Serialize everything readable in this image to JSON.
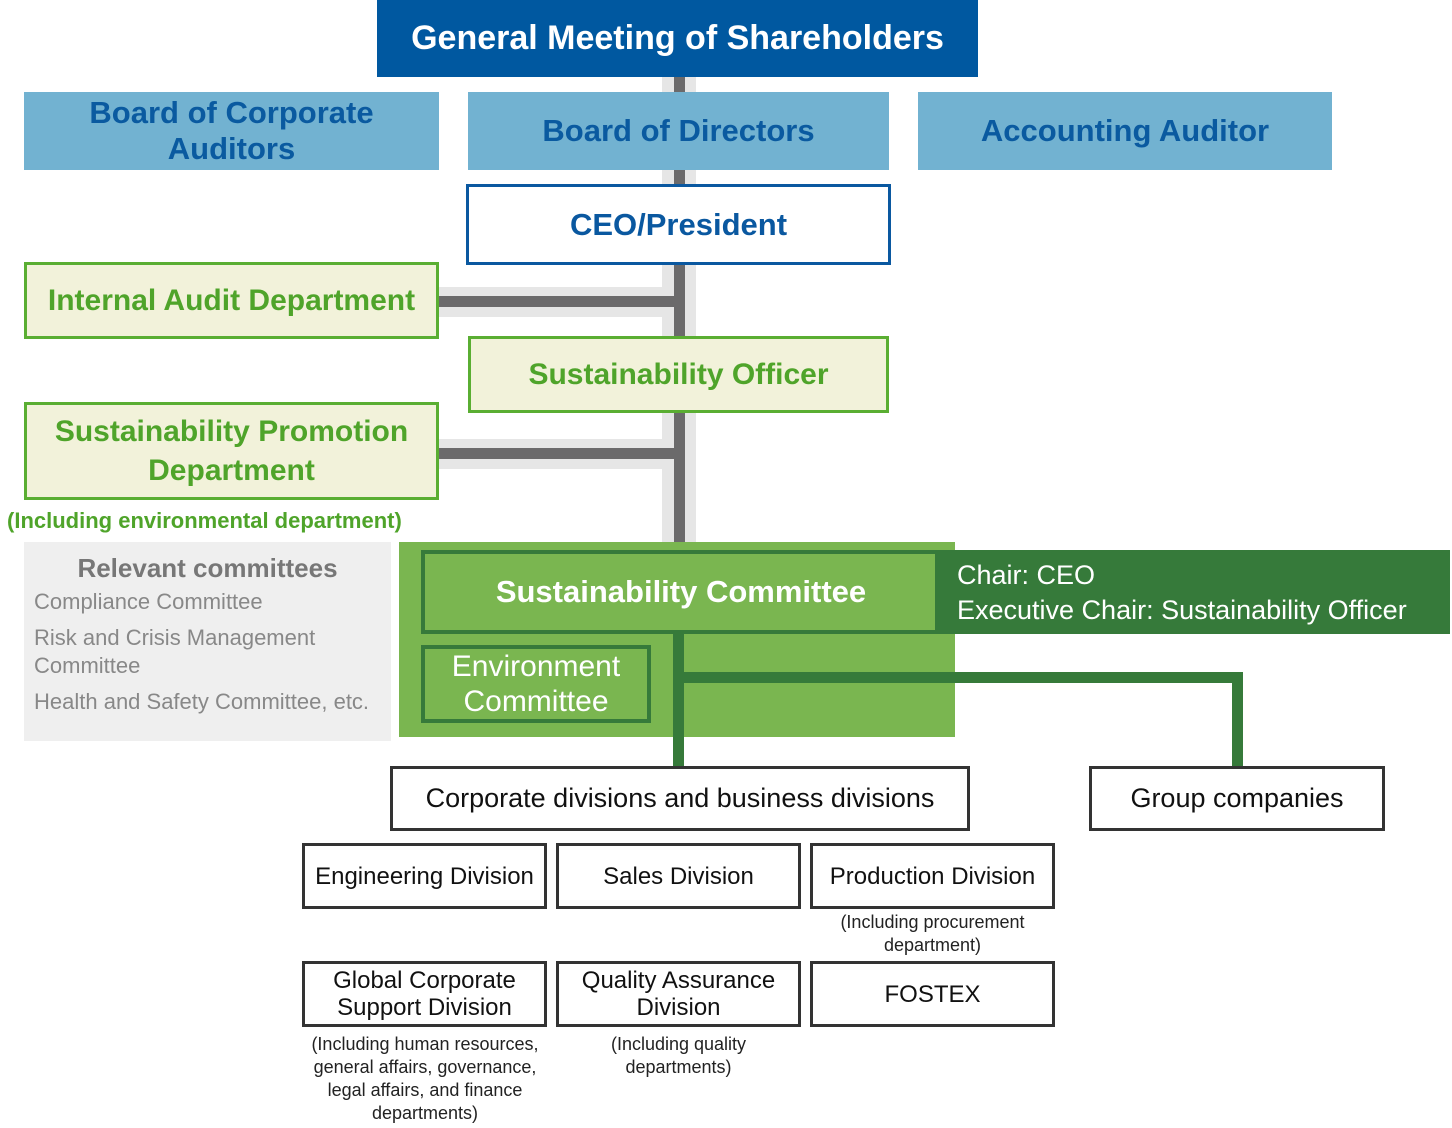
{
  "top": {
    "shareholders": "General Meeting of Shareholders"
  },
  "boards": {
    "auditors": "Board of Corporate Auditors",
    "directors": "Board of Directors",
    "accounting": "Accounting Auditor"
  },
  "ceo": "CEO/President",
  "internal_audit": "Internal Audit Department",
  "sustainability_officer": "Sustainability Officer",
  "promotion": {
    "label": "Sustainability Promotion Department",
    "note": "(Including environmental department)"
  },
  "relevant": {
    "title": "Relevant committees",
    "items": [
      "Compliance Committee",
      "Risk and Crisis Management Committee",
      "Health and Safety Committee, etc."
    ]
  },
  "committee": {
    "label": "Sustainability Committee",
    "chair": "Chair: CEO",
    "exec_chair": "Executive Chair: Sustainability Officer",
    "environment": "Environment Committee"
  },
  "corporate_divisions": "Corporate divisions and business divisions",
  "group_companies": "Group companies",
  "divisions": [
    {
      "label": "Engineering Division",
      "note": ""
    },
    {
      "label": "Sales Division",
      "note": ""
    },
    {
      "label": "Production Division",
      "note": "(Including procurement department)"
    },
    {
      "label": "Global Corporate Support Division",
      "note": "(Including human resources, general affairs, governance, legal affairs, and finance departments)"
    },
    {
      "label": "Quality Assurance Division",
      "note": "(Including quality departments)"
    },
    {
      "label": "FOSTEX",
      "note": ""
    }
  ]
}
